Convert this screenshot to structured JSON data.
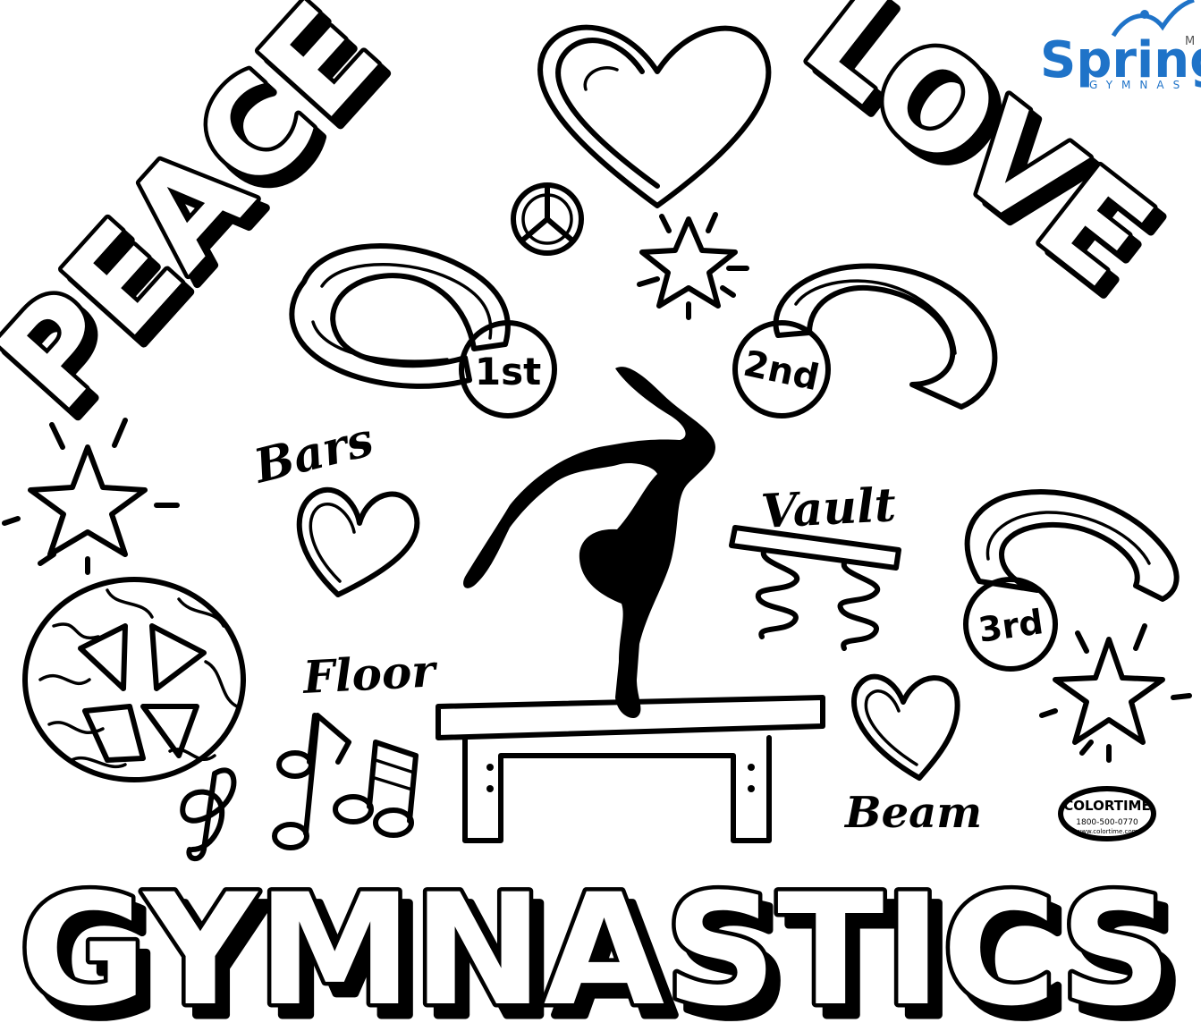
{
  "headline": {
    "peace": "PEACE",
    "love": "LOVE",
    "gymnastics": "GYMNASTICS"
  },
  "events": {
    "bars": "Bars",
    "vault": "Vault",
    "floor": "Floor",
    "beam": "Beam"
  },
  "medals": {
    "first": "1st",
    "second": "2nd",
    "third": "3rd"
  },
  "logo": {
    "name": "Spring",
    "sub": "GYMNAS",
    "corner_letter": "M",
    "color": "#1f73c8"
  },
  "stamp": {
    "brand": "COLORTIME",
    "phone": "1800-500-0770",
    "site": "www.colortime.com"
  },
  "icons": [
    "peace-sign-icon",
    "heart-icon",
    "star-icon",
    "medal-icon",
    "music-note-icon",
    "treble-clef-icon",
    "spring-icon",
    "balance-beam-icon",
    "gymnast-silhouette-icon"
  ]
}
